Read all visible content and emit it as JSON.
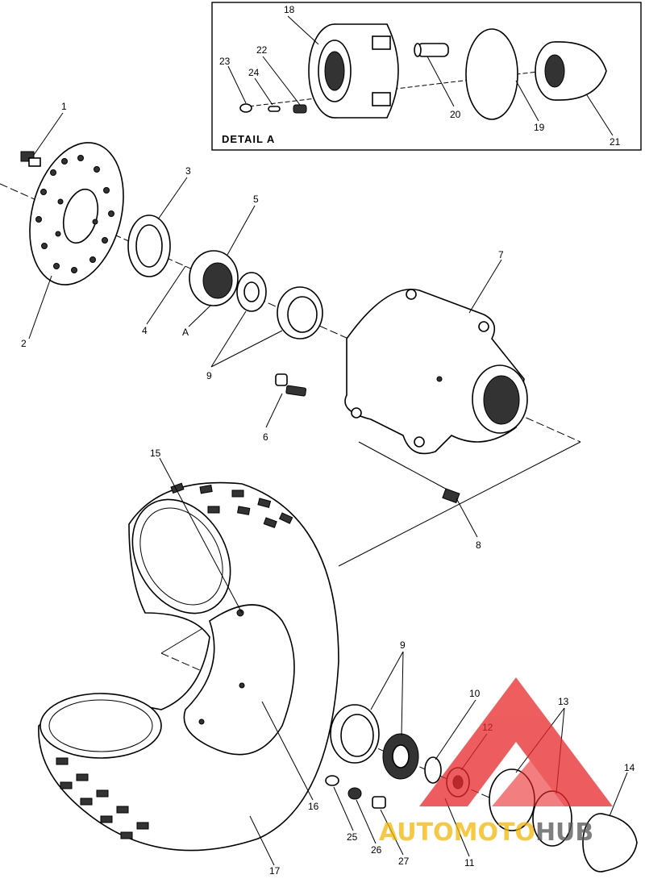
{
  "detail": {
    "title": "DETAIL A"
  },
  "labels": {
    "l1": "1",
    "l2": "2",
    "l3": "3",
    "l4": "4",
    "l5": "5",
    "lA": "A",
    "l6": "6",
    "l7": "7",
    "l8": "8",
    "l9a": "9",
    "l9b": "9",
    "l10": "10",
    "l11": "11",
    "l12": "12",
    "l13": "13",
    "l14": "14",
    "l15": "15",
    "l16": "16",
    "l17": "17",
    "l18": "18",
    "l19": "19",
    "l20": "20",
    "l21": "21",
    "l22": "22",
    "l23": "23",
    "l24": "24",
    "l25": "25",
    "l26": "26",
    "l27": "27"
  },
  "watermark": {
    "text": "AUTOMOTOHUB",
    "color_red": "#e8282a",
    "color_gold": "#f2b705"
  }
}
